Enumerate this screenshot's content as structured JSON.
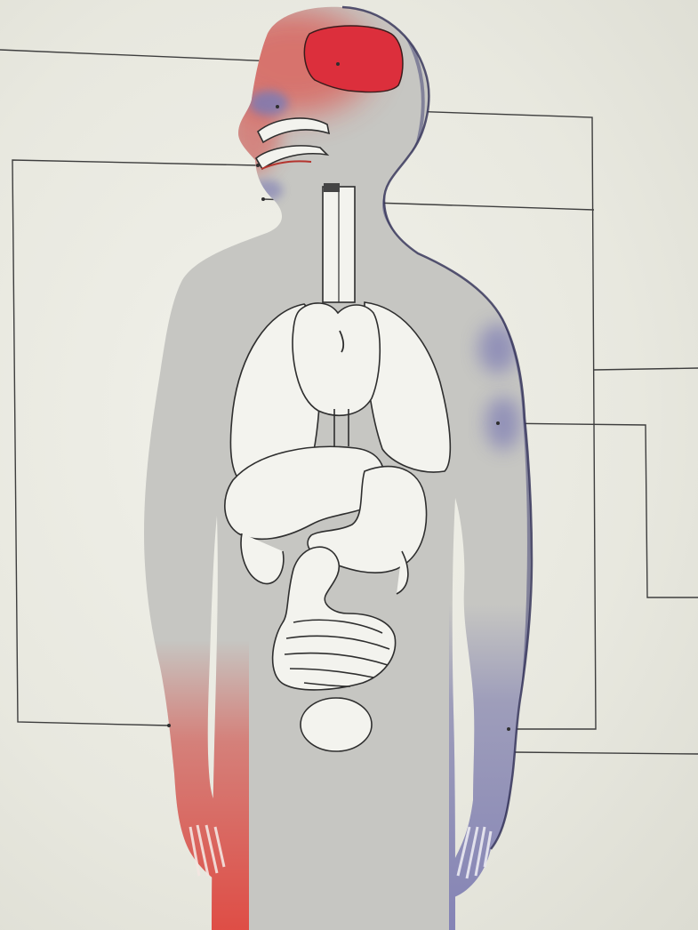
{
  "diagram": {
    "kind": "human-body-anatomy-illustration",
    "labels": [],
    "colors": {
      "paper": "#e9e9e1",
      "body": "#c6c6c2",
      "organ_fill": "#f3f3ee",
      "organ_stroke": "#2e2e2e",
      "warm_red": "#e0473f",
      "brain_red": "#dc2f3c",
      "cool_blue": "#7d7cb4",
      "leader_line": "#3e3e3e"
    },
    "regions": [
      {
        "name": "brain",
        "tint": "warm"
      },
      {
        "name": "forehead-and-nose",
        "tint": "warm"
      },
      {
        "name": "nasal-region",
        "tint": "cool"
      },
      {
        "name": "mouth",
        "tint": "warm"
      },
      {
        "name": "chin",
        "tint": "cool"
      },
      {
        "name": "upper-arm-left",
        "tint": "cool"
      },
      {
        "name": "forearm-and-hand-left",
        "tint": "cool"
      },
      {
        "name": "forearm-and-hand-right",
        "tint": "warm"
      }
    ],
    "organs": [
      "trachea",
      "lungs",
      "heart",
      "liver",
      "stomach",
      "small-intestine",
      "bladder"
    ],
    "leader_line_count": 7
  }
}
